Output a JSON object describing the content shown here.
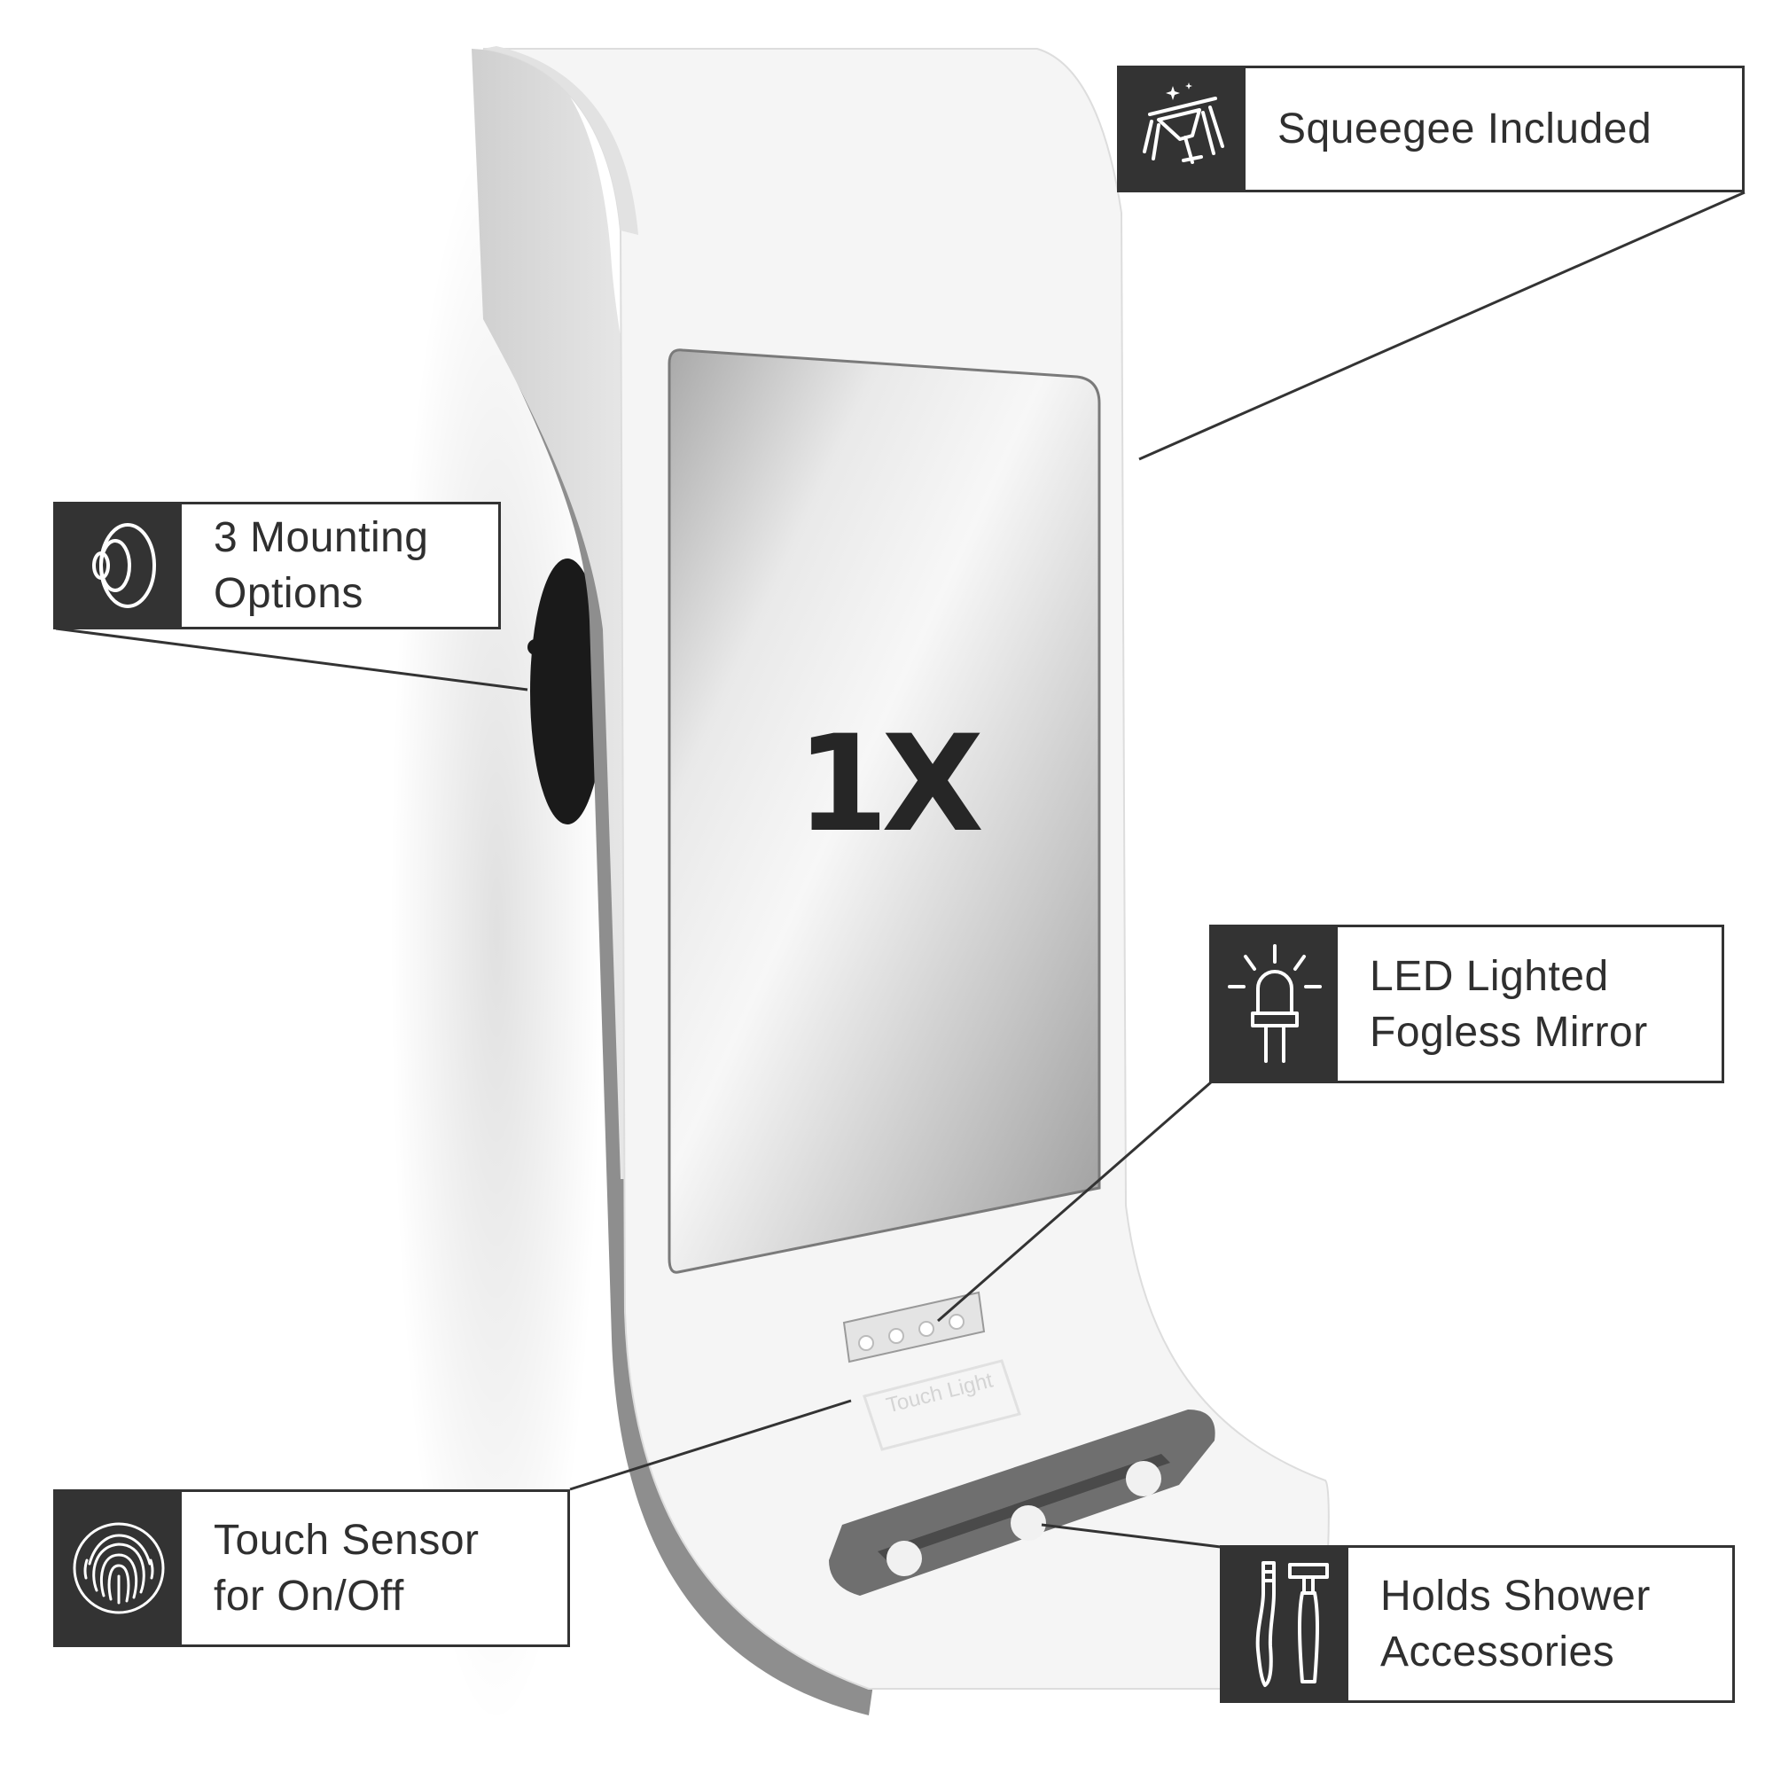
{
  "product": {
    "magnification": "1X",
    "touch_light_label": "Touch Light"
  },
  "callouts": {
    "squeegee": {
      "icon": "squeegee-icon",
      "line1": "Squeegee Included"
    },
    "mounting": {
      "icon": "suction-cup-icon",
      "line1": "3 Mounting",
      "line2": "Options"
    },
    "led": {
      "icon": "led-bulb-icon",
      "line1": "LED Lighted",
      "line2": "Fogless Mirror"
    },
    "touch": {
      "icon": "fingerprint-icon",
      "line1": "Touch Sensor",
      "line2": "for On/Off"
    },
    "accessories": {
      "icon": "toothbrush-razor-icon",
      "line1": "Holds Shower",
      "line2": "Accessories"
    }
  },
  "colors": {
    "box_dark": "#333333",
    "text": "#2f2f2f",
    "leader_line": "#333333",
    "mirror_body": "#f5f5f5",
    "mirror_edge": "#8e8e8e",
    "suction_cup": "#1a1a1a"
  }
}
